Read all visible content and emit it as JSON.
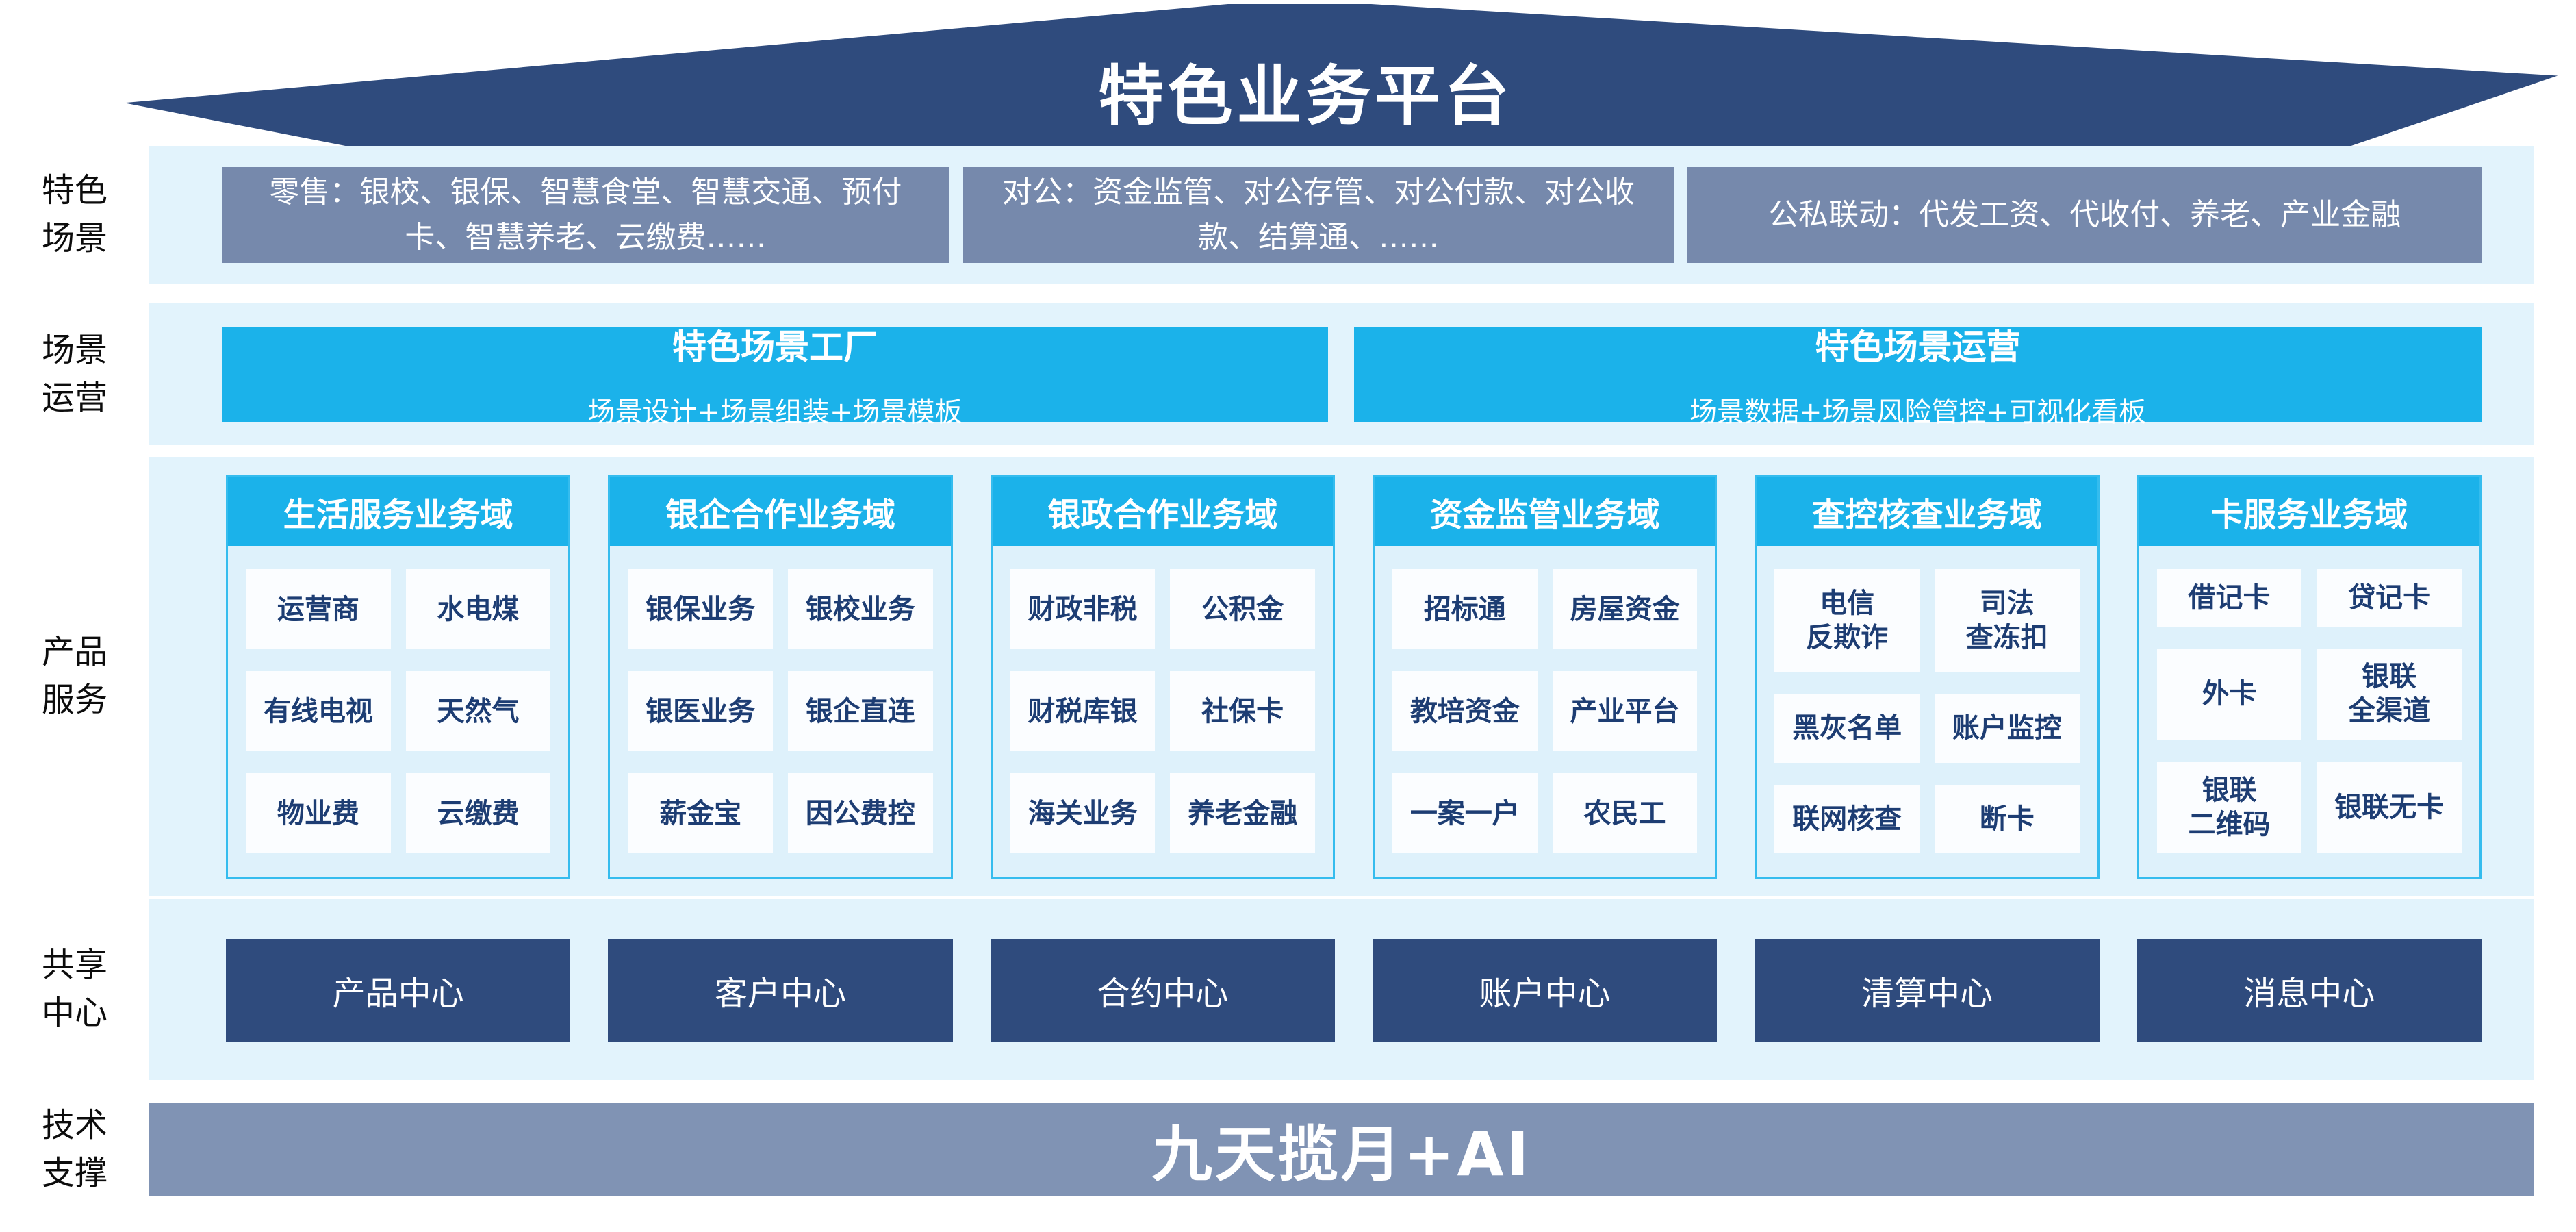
{
  "title": "特色业务平台",
  "colors": {
    "roof_navy": "#2f4b7d",
    "band_light_blue": "#e2f3fc",
    "scene_gray_blue": "#7689ac",
    "cyan": "#1bb2ea",
    "column_fill": "#def1fb",
    "card_text_navy": "#1d3d73",
    "tech_bar_gray_blue": "#8093b4"
  },
  "rows": {
    "scenes": {
      "label": "特色\n场景",
      "boxes": [
        "零售：银校、银保、智慧食堂、智慧交通、预付卡、智慧养老、云缴费……",
        "对公：资金监管、对公存管、对公付款、对公收款、结算通、……",
        "公私联动：代发工资、代收付、养老、产业金融"
      ]
    },
    "operation": {
      "label": "场景\n运营",
      "boxes": [
        {
          "title": "特色场景工厂",
          "subtitle": "场景设计+场景组装+场景模板"
        },
        {
          "title": "特色场景运营",
          "subtitle": "场景数据+场景风险管控+可视化看板"
        }
      ]
    },
    "products": {
      "label": "产品\n服务",
      "columns": [
        {
          "header": "生活服务业务域",
          "items": [
            "运营商",
            "水电煤",
            "有线电视",
            "天然气",
            "物业费",
            "云缴费"
          ]
        },
        {
          "header": "银企合作业务域",
          "items": [
            "银保业务",
            "银校业务",
            "银医业务",
            "银企直连",
            "薪金宝",
            "因公费控"
          ]
        },
        {
          "header": "银政合作业务域",
          "items": [
            "财政非税",
            "公积金",
            "财税库银",
            "社保卡",
            "海关业务",
            "养老金融"
          ]
        },
        {
          "header": "资金监管业务域",
          "items": [
            "招标通",
            "房屋资金",
            "教培资金",
            "产业平台",
            "一案一户",
            "农民工"
          ]
        },
        {
          "header": "查控核查业务域",
          "items": [
            "电信\n反欺诈",
            "司法\n查冻扣",
            "黑灰名单",
            "账户监控",
            "联网核查",
            "断卡"
          ]
        },
        {
          "header": "卡服务业务域",
          "items": [
            "借记卡",
            "贷记卡",
            "外卡",
            "银联\n全渠道",
            "银联\n二维码",
            "银联无卡"
          ]
        }
      ]
    },
    "shared": {
      "label": "共享\n中心",
      "centers": [
        "产品中心",
        "客户中心",
        "合约中心",
        "账户中心",
        "清算中心",
        "消息中心"
      ]
    },
    "tech": {
      "label": "技术\n支撑",
      "bar": "九天揽月+AI"
    }
  }
}
